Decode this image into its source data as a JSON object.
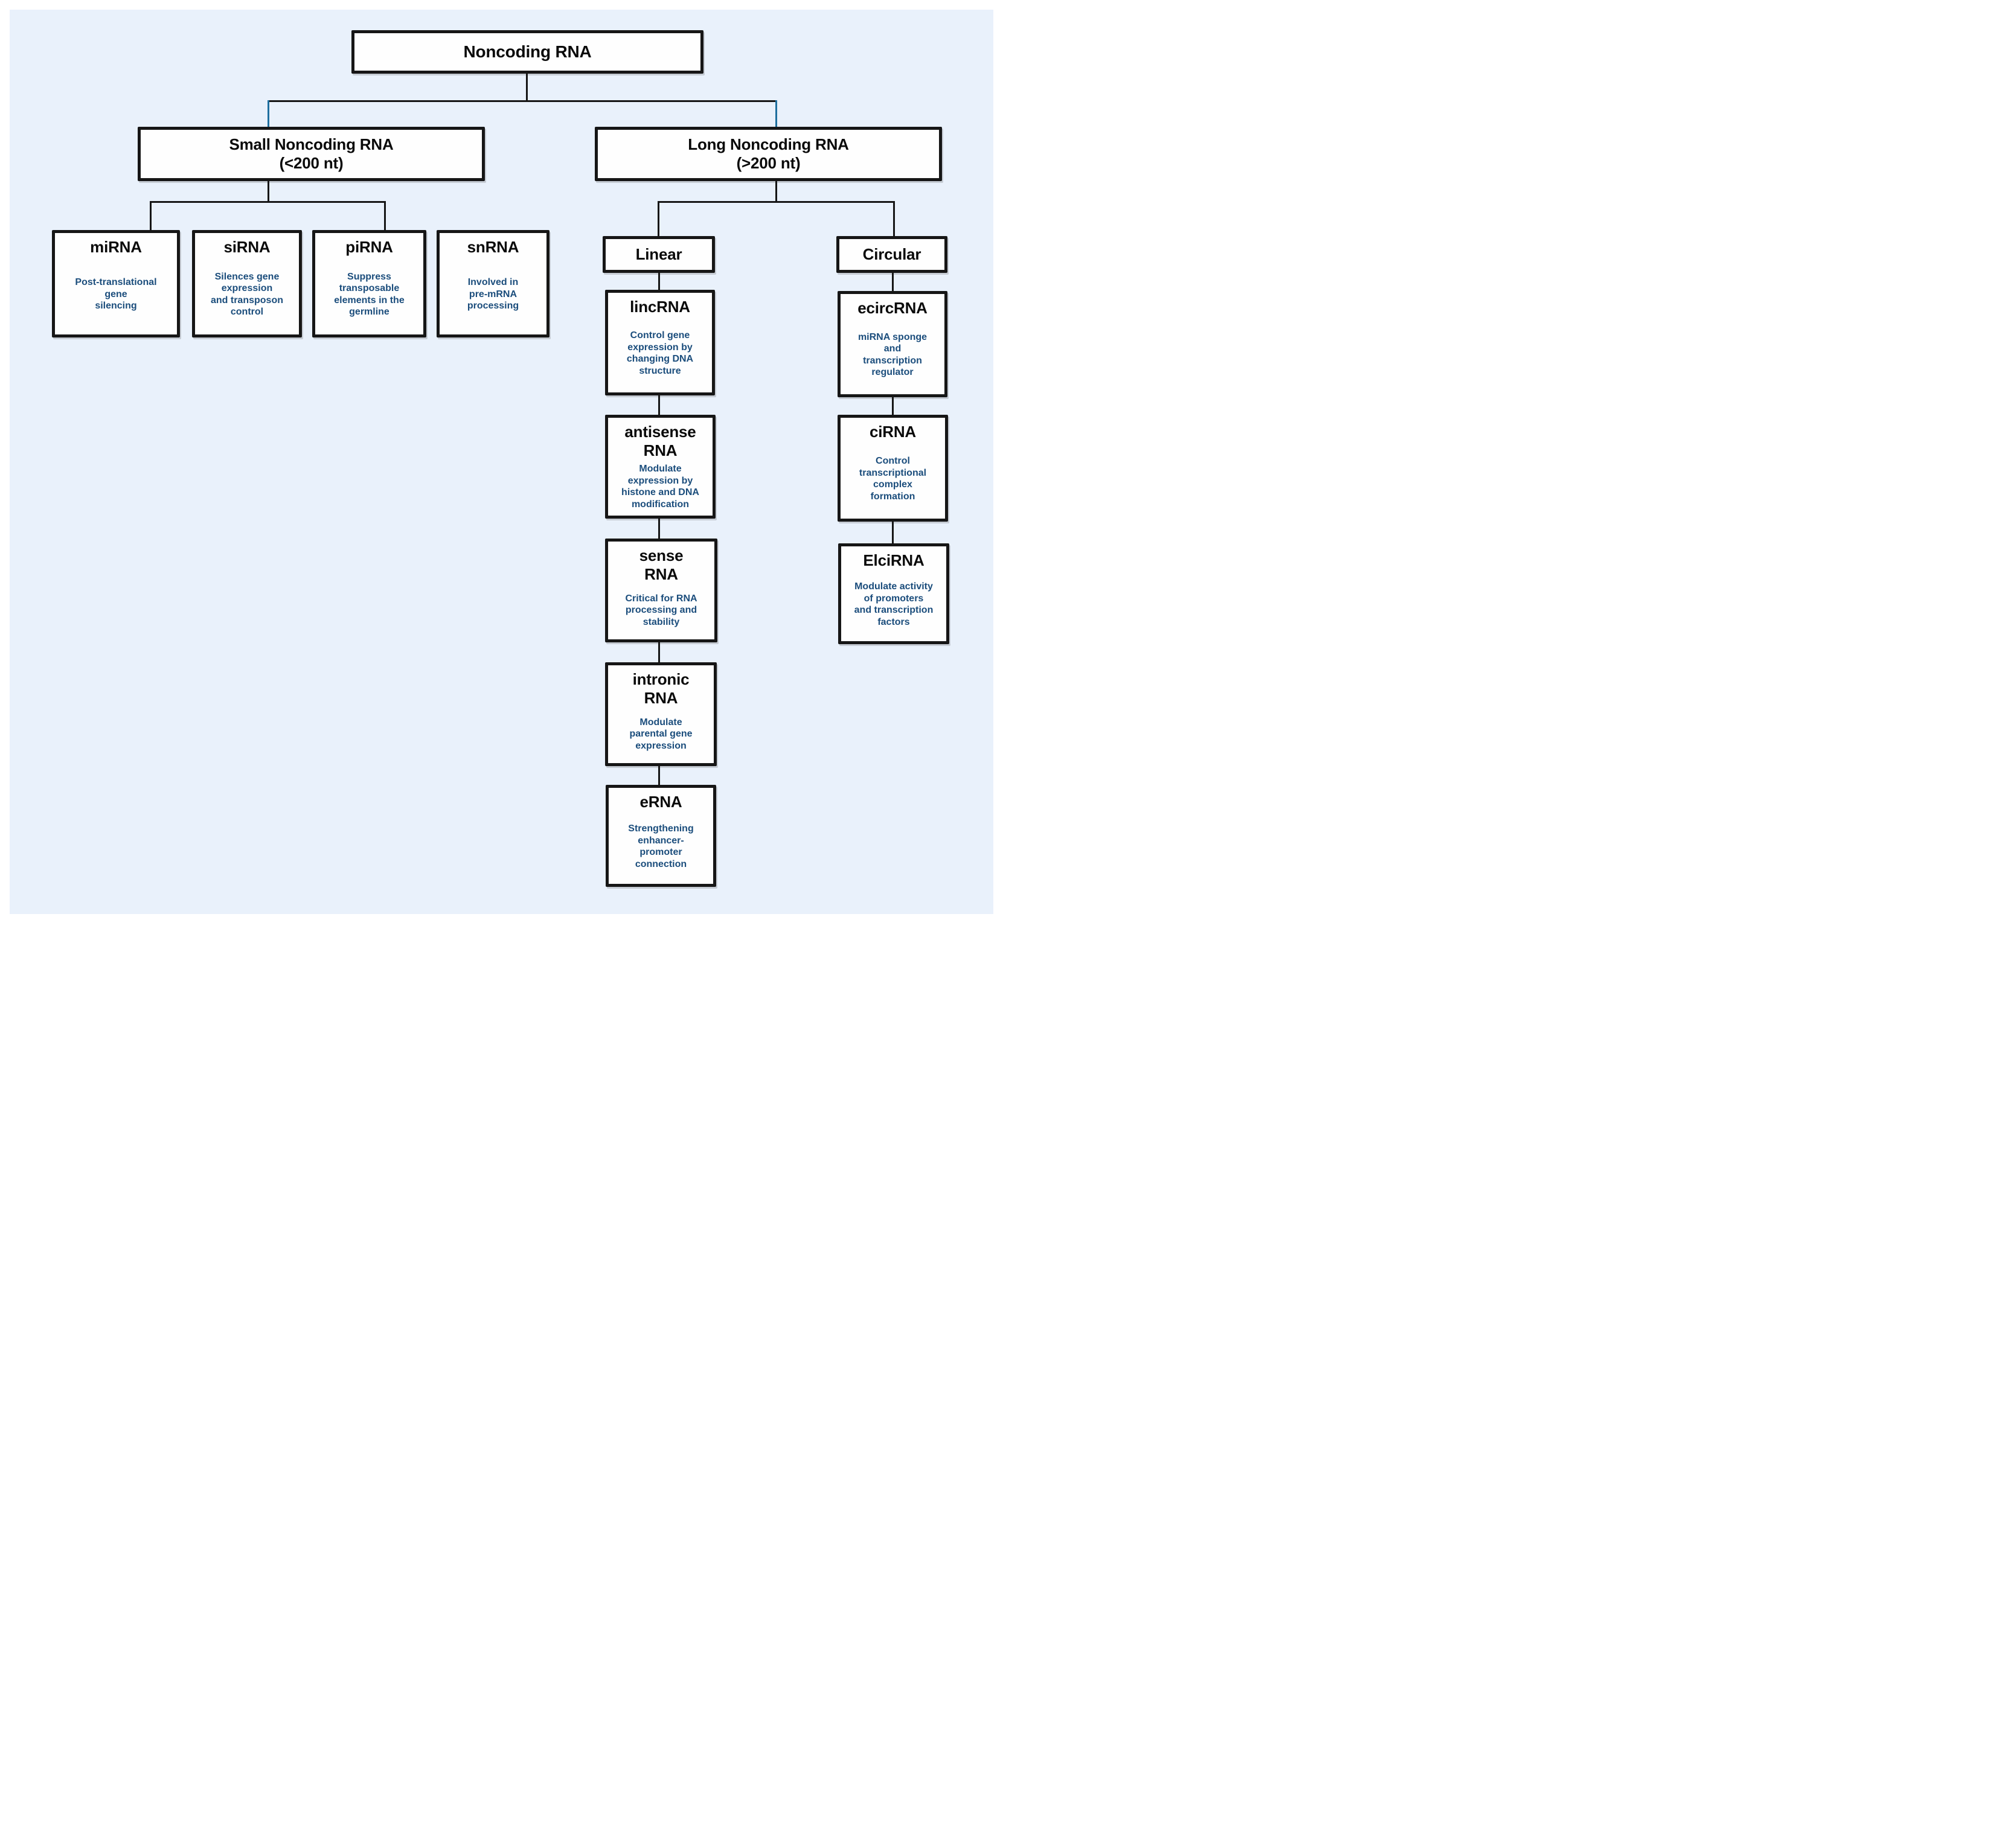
{
  "palette": {
    "page_background": "#ffffff",
    "panel_background": "#e9f1fb",
    "box_background": "#fefefe",
    "box_border": "#161616",
    "title_text": "#0a0a0a",
    "description_text": "#1b4d7c",
    "connector_black": "#161616",
    "connector_blue": "#1e6f9f"
  },
  "nodes": {
    "root": {
      "title": "Noncoding RNA"
    },
    "small": {
      "title": "Small Noncoding RNA",
      "subtitle": "(<200 nt)"
    },
    "long": {
      "title": "Long Noncoding RNA",
      "subtitle": "(>200 nt)"
    },
    "mirna": {
      "title": "miRNA",
      "desc": "Post-translational\ngene\nsilencing"
    },
    "sirna": {
      "title": "siRNA",
      "desc": "Silences gene\nexpression\nand transposon\ncontrol"
    },
    "pirna": {
      "title": "piRNA",
      "desc": "Suppress\ntransposable\nelements in the\ngermline"
    },
    "snrna": {
      "title": "snRNA",
      "desc": "Involved in\npre-mRNA\nprocessing"
    },
    "linear": {
      "title": "Linear"
    },
    "circular": {
      "title": "Circular"
    },
    "lincrna": {
      "title": "lincRNA",
      "desc": "Control gene\nexpression by\nchanging DNA\nstructure"
    },
    "antisense": {
      "title": "antisense\nRNA",
      "desc": "Modulate\nexpression by\nhistone and DNA\nmodification"
    },
    "sense": {
      "title": "sense\nRNA",
      "desc": "Critical for RNA\nprocessing and\nstability"
    },
    "intronic": {
      "title": "intronic\nRNA",
      "desc": "Modulate\nparental gene\nexpression"
    },
    "erna": {
      "title": "eRNA",
      "desc": "Strengthening\nenhancer-\npromoter\nconnection"
    },
    "ecircrna": {
      "title": "ecircRNA",
      "desc": "miRNA sponge\nand\ntranscription\nregulator"
    },
    "cirna": {
      "title": "ciRNA",
      "desc": "Control\ntranscriptional\ncomplex\nformation"
    },
    "elcirna": {
      "title": "ElciRNA",
      "desc": "Modulate activity\nof promoters\nand transcription\nfactors"
    }
  }
}
